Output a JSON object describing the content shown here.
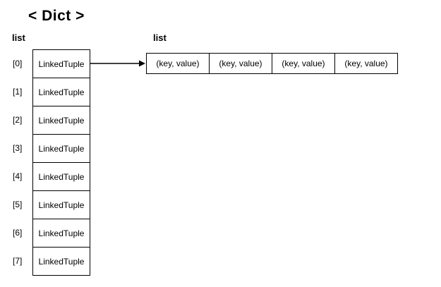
{
  "title": "< Dict >",
  "left_list": {
    "label": "list",
    "item_text": "LinkedTuple",
    "indices": [
      "[0]",
      "[1]",
      "[2]",
      "[3]",
      "[4]",
      "[5]",
      "[6]",
      "[7]"
    ]
  },
  "right_list": {
    "label": "list",
    "cells": [
      "(key, value)",
      "(key, value)",
      "(key, value)",
      "(key, value)"
    ]
  },
  "colors": {
    "background": "#ffffff",
    "border": "#000000",
    "text": "#000000"
  }
}
